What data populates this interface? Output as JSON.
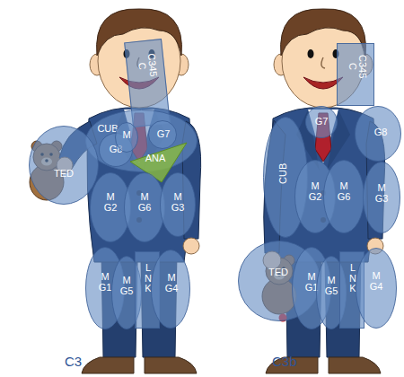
{
  "diagram": {
    "nodes": [
      {
        "text": [
          "C345 C"
        ]
      },
      {
        "text": [
          "CUB"
        ]
      },
      {
        "text": [
          "G8"
        ]
      },
      {
        "text": [
          "M"
        ]
      },
      {
        "text": [
          "G7"
        ]
      },
      {
        "text": [
          "ANA"
        ]
      },
      {
        "text": [
          "TED"
        ]
      },
      {
        "text": [
          "M G2"
        ]
      },
      {
        "text": [
          "M G6"
        ]
      },
      {
        "text": [
          "M G3"
        ]
      },
      {
        "text": [
          "M G1"
        ]
      },
      {
        "text": [
          "M G5"
        ]
      },
      {
        "text": [
          "L N K"
        ]
      },
      {
        "text": [
          "M G4"
        ]
      },
      {
        "text": [
          "C345 C"
        ]
      },
      {
        "text": [
          "G7"
        ]
      },
      {
        "text": [
          "CUB"
        ]
      },
      {
        "text": [
          "G8"
        ]
      },
      {
        "text": [
          "M G2"
        ]
      },
      {
        "text": [
          "M G6"
        ]
      },
      {
        "text": [
          "M G3"
        ]
      },
      {
        "text": [
          "TED"
        ]
      },
      {
        "text": [
          "M G1"
        ]
      },
      {
        "text": [
          "M G5"
        ]
      },
      {
        "text": [
          "L N K"
        ]
      },
      {
        "text": [
          "M G4"
        ]
      }
    ],
    "labels": [
      "C3",
      "C3b"
    ]
  }
}
